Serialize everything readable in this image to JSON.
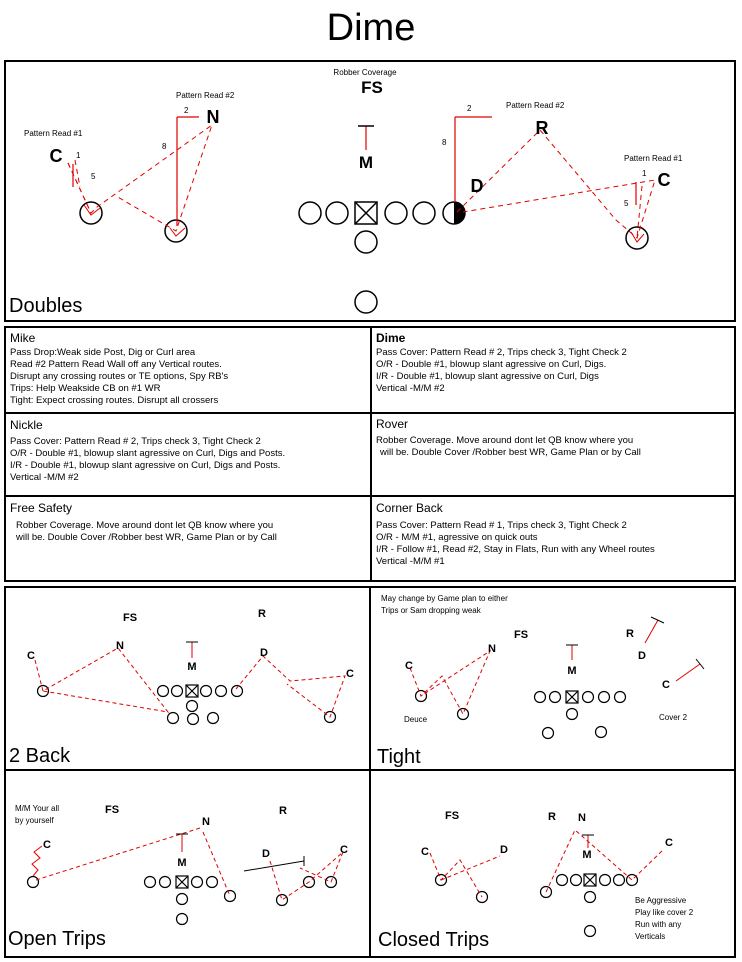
{
  "page_title": "Dime",
  "doubles": {
    "formation_name": "Doubles",
    "coverage_label": "Robber Coverage",
    "free_safety": "FS",
    "mike": "M",
    "nickel": "N",
    "rover": "R",
    "dime": "D",
    "corner": "C",
    "left_corner_read": "Pattern Read #1",
    "left_nickel_read": "Pattern Read #2",
    "right_rover_read": "Pattern Read #2",
    "right_corner_read": "Pattern Read #1",
    "depth_2": "2",
    "depth_8": "8",
    "depth_1": "1",
    "depth_5": "5"
  },
  "roles": {
    "mike": {
      "name": "Mike",
      "lines": [
        "Pass Drop:Weak side Post, Dig or Curl area",
        "Read #2 Pattern Read Wall off any Vertical routes.",
        "Disrupt any crossing routes or TE options, Spy RB's",
        "Trips: Help Weakside CB on #1 WR",
        "Tight: Expect crossing routes.  Disrupt all crossers"
      ]
    },
    "dime": {
      "name": "Dime",
      "lines": [
        "Pass Cover: Pattern Read # 2, Trips check 3, Tight Check 2",
        "O/R - Double #1, blowup slant agressive on Curl, Digs.",
        "I/R - Double #1, blowup slant agressive on Curl, Digs",
        "Vertical -M/M #2"
      ]
    },
    "nickle": {
      "name": "Nickle",
      "lines": [
        "Pass Cover: Pattern Read # 2, Trips check 3, Tight Check 2",
        "O/R - Double #1, blowup slant agressive on Curl, Digs and Posts.",
        "I/R - Double #1, blowup slant agressive on Curl, Digs and Posts.",
        "Vertical -M/M #2"
      ]
    },
    "rover": {
      "name": "Rover",
      "lines": [
        "Robber Coverage.  Move around dont let QB know where you",
        "will be.  Double Cover /Robber best WR,  Game Plan or by Call"
      ]
    },
    "free_safety": {
      "name": "Free Safety",
      "lines": [
        "Robber Coverage.  Move around dont let QB know where you",
        "will be.  Double Cover /Robber best WR,  Game Plan or by Call"
      ]
    },
    "corner_back": {
      "name": "Corner Back",
      "lines": [
        "Pass Cover: Pattern Read # 1, Trips check 3, Tight Check 2",
        "O/R - M/M #1, agressive on quick outs",
        "I/R - Follow #1, Read #2,  Stay in Flats, Run with any Wheel routes",
        "Vertical -M/M #1"
      ]
    }
  },
  "formations": {
    "two_back": {
      "name": "2 Back",
      "labels": {
        "fs": "FS",
        "r": "R",
        "c_left": "C",
        "n": "N",
        "m": "M",
        "d": "D",
        "c_right": "C"
      }
    },
    "tight": {
      "name": "Tight",
      "note_line1": "May change by Game plan to either",
      "note_line2": "Trips or Sam dropping weak",
      "deuce": "Deuce",
      "cover2": "Cover 2",
      "labels": {
        "fs": "FS",
        "r": "R",
        "c_left": "C",
        "n": "N",
        "m": "M",
        "d": "D",
        "c_right": "C"
      }
    },
    "open_trips": {
      "name": "Open Trips",
      "note_line1": "M/M Your all",
      "note_line2": "by yourself",
      "labels": {
        "fs": "FS",
        "r": "R",
        "c_left": "C",
        "n": "N",
        "m": "M",
        "d": "D",
        "c_right": "C"
      }
    },
    "closed_trips": {
      "name": "Closed Trips",
      "note_line1": "Be Aggressive",
      "note_line2": "Play like cover 2",
      "note_line3": "Run with any",
      "note_line4": "Verticals",
      "labels": {
        "fs": "FS",
        "r": "R",
        "c_left": "C",
        "d": "D",
        "n": "N",
        "m": "M",
        "c_right": "C"
      }
    }
  },
  "colors": {
    "route_red": "#e00000",
    "ink": "#000000"
  }
}
